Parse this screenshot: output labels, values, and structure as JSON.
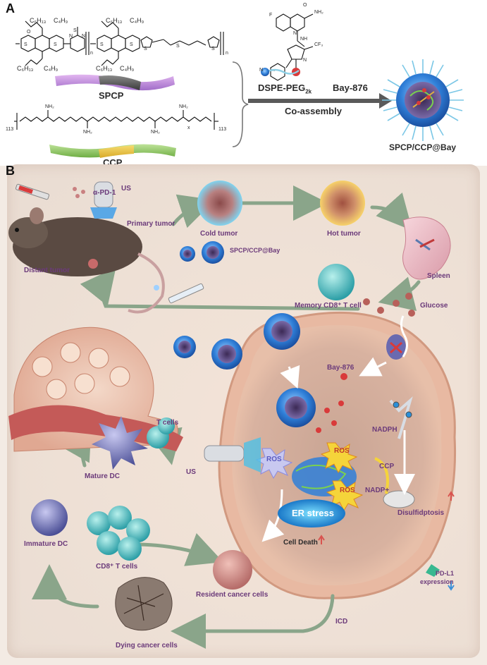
{
  "panels": {
    "a": "A",
    "b": "B"
  },
  "panel_a": {
    "chem_labels": [
      "C₆H₁₃",
      "C₄H₉",
      "C₆H₁₃",
      "C₄H₉",
      "C₆H₁₃",
      "C₄H₉",
      "C₆H₁₃",
      "C₄H₉"
    ],
    "subscript_n": "n",
    "subscript_113": "113",
    "subscript_x": "x",
    "atom_labels": [
      "O",
      "S",
      "S",
      "S",
      "N",
      "N",
      "S",
      "S",
      "S",
      "S",
      "S",
      "NH₂",
      "NH₂",
      "NH₂",
      "NH₂",
      "F",
      "NH₂",
      "O",
      "NH",
      "N",
      "N",
      "CF₃",
      "N"
    ],
    "spcp_label": "SPCP",
    "ccp_label": "CCP",
    "dspe_label": "DSPE-PEG",
    "dspe_sub": "2k",
    "bay_label": "Bay-876",
    "coassembly_label": "Co-assembly",
    "product_label": "SPCP/CCP@Bay"
  },
  "panel_b": {
    "alpha_pd1": "α-PD-1",
    "us_top": "US",
    "primary_tumor": "Primary tumor",
    "cold_tumor": "Cold tumor",
    "hot_tumor": "Hot tumor",
    "spleen": "Spleen",
    "distant_tumor": "Distant tumor",
    "nano_label": "SPCP/CCP@Bay",
    "memory_t": "Memory CD8⁺ T cell",
    "glucose": "Glucose",
    "bay876": "Bay-876",
    "nadph": "NADPH",
    "ccp": "CCP",
    "nadp": "NADP+",
    "disulfidptosis": "Disulfidptosis",
    "ros": "ROS",
    "er_stress": "ER stress",
    "cell_death": "Cell Death",
    "us_mid": "US",
    "t_cells": "T cells",
    "mature_dc": "Mature DC",
    "immature_dc": "Immature DC",
    "cd8_t": "CD8⁺ T cells",
    "resident": "Resident cancer cells",
    "pdl1_line1": "PD-L1",
    "pdl1_line2": "expression",
    "icd": "ICD",
    "dying": "Dying cancer cells"
  },
  "colors": {
    "label_purple": "#6b3a7a",
    "arrow_green": "#8aa58a",
    "nano_blue": "#2f7fd8",
    "cancer_cell": "#e8b9a2",
    "ros_yellow": "#f5d43a",
    "er_blue": "#1aa0e0",
    "t_cell_teal": "#4fc3c8",
    "red_up": "#d9534f",
    "blue_down": "#3a8fd8"
  }
}
